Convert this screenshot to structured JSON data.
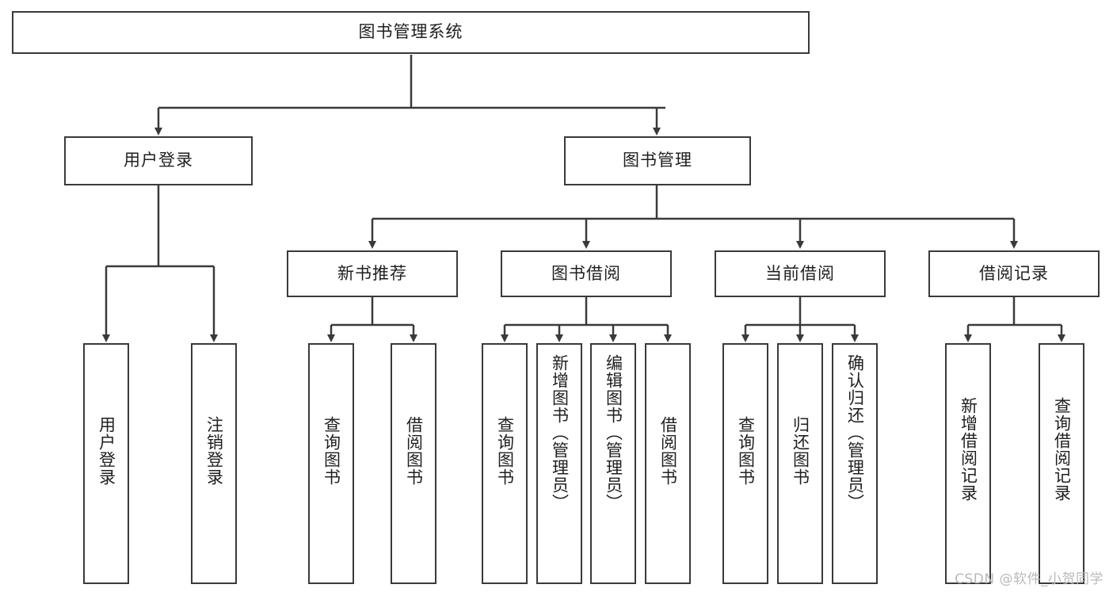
{
  "diagram": {
    "title": "图书管理系统",
    "type": "hierarchy-tree",
    "line_color": "#3a3a3a",
    "box_fill": "#ffffff",
    "text_color": "#1f1f1f"
  },
  "root": {
    "label": "图书管理系统"
  },
  "level2": [
    {
      "label": "用户登录"
    },
    {
      "label": "图书管理"
    }
  ],
  "level3": [
    {
      "label": "新书推荐"
    },
    {
      "label": "图书借阅"
    },
    {
      "label": "当前借阅"
    },
    {
      "label": "借阅记录"
    }
  ],
  "leaves": {
    "user_login": [
      {
        "label": "用户登录"
      },
      {
        "label": "注销登录"
      }
    ],
    "new_book": [
      {
        "label": "查询图书"
      },
      {
        "label": "借阅图书"
      }
    ],
    "book_borrow": [
      {
        "label": "查询图书"
      },
      {
        "label": "新增图书（管理员）"
      },
      {
        "label": "编辑图书（管理员）"
      },
      {
        "label": "借阅图书"
      }
    ],
    "current_borrow": [
      {
        "label": "查询图书"
      },
      {
        "label": "归还图书"
      },
      {
        "label": "确认归还（管理员）"
      }
    ],
    "borrow_record": [
      {
        "label": "新增借阅记录"
      },
      {
        "label": "查询借阅记录"
      }
    ]
  },
  "watermark": {
    "text": "CSDN @软件_小贺同学"
  }
}
